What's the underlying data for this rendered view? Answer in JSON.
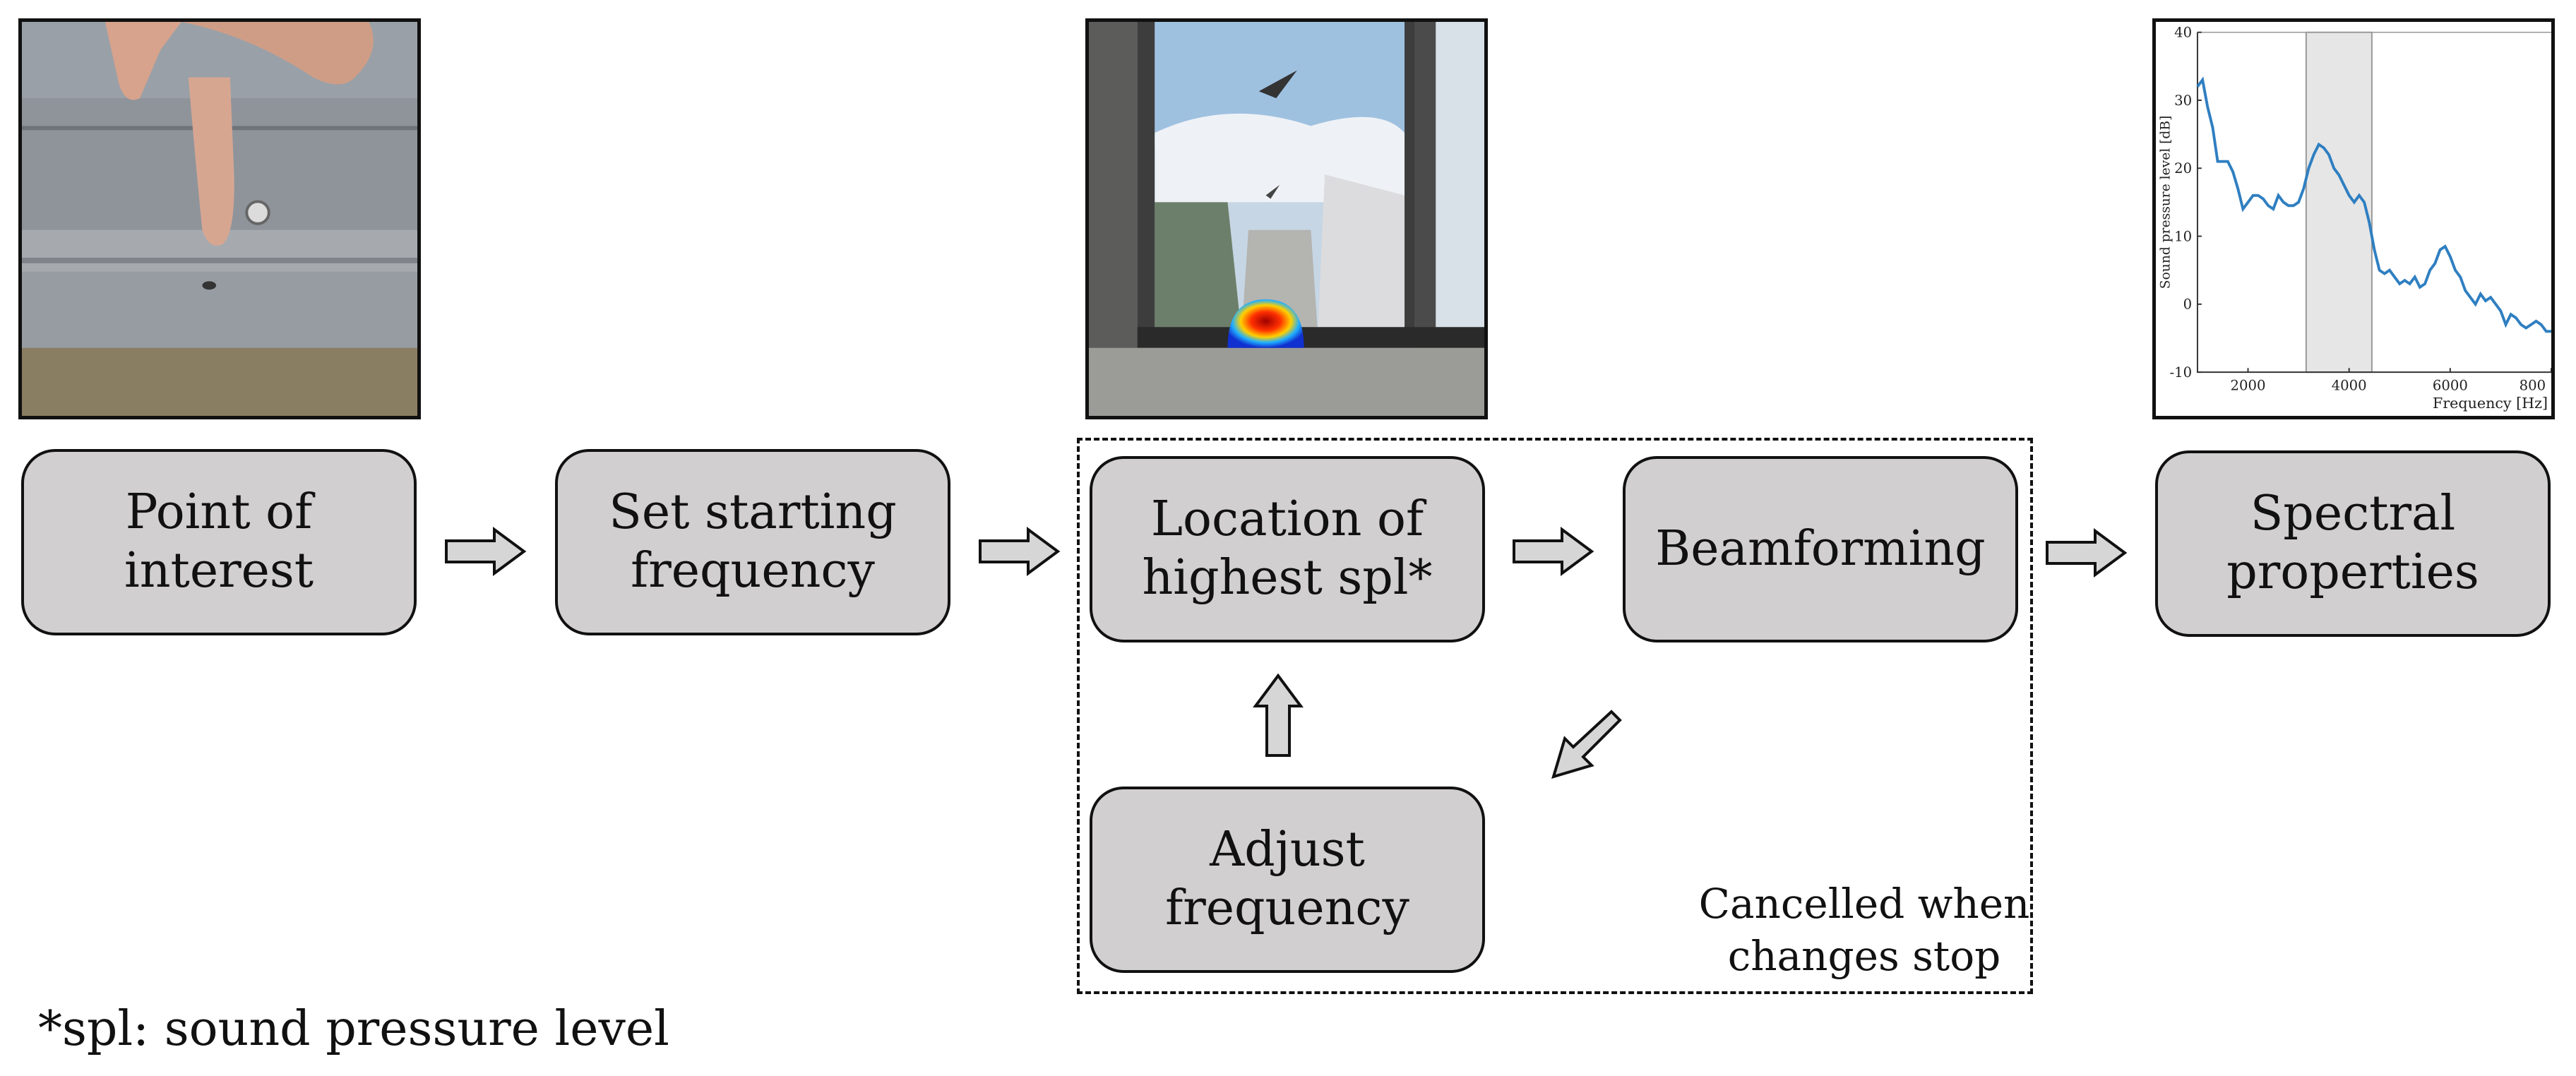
{
  "boxes": {
    "point_of_interest": "Point of\ninterest",
    "set_starting_frequency": "Set starting\nfrequency",
    "location_highest_spl": "Location of\nhighest spl*",
    "beamforming": "Beamforming",
    "adjust_frequency": "Adjust\nfrequency",
    "spectral_properties": "Spectral\nproperties"
  },
  "loop_note": "Cancelled when\nchanges stop",
  "footnote": "*spl: sound pressure level",
  "colors": {
    "box_fill": "#d1cfd0",
    "arrow_fill": "#d6d6d6",
    "curve": "#2f7fc1",
    "band": "#e6e6e6"
  },
  "chart_data": {
    "type": "line",
    "xlabel": "Frequency [Hz]",
    "ylabel": "Sound pressure level [dB]",
    "xlim": [
      1000,
      8000
    ],
    "ylim": [
      -10,
      40
    ],
    "xticks": [
      "2000",
      "4000",
      "6000",
      "800"
    ],
    "yticks": [
      "40",
      "30",
      "20",
      "10",
      "0",
      "-10"
    ],
    "highlight_band": [
      3150,
      4450
    ],
    "series": [
      {
        "x": [
          1000,
          1100,
          1200,
          1300,
          1400,
          1500,
          1600,
          1700,
          1800,
          1900,
          2000,
          2100,
          2200,
          2300,
          2400,
          2500,
          2600,
          2700,
          2800,
          2900,
          3000,
          3100,
          3200,
          3300,
          3400,
          3500,
          3600,
          3700,
          3800,
          3900,
          4000,
          4100,
          4200,
          4300,
          4400,
          4500,
          4600,
          4700,
          4800,
          4900,
          5000,
          5100,
          5200,
          5300,
          5400,
          5500,
          5600,
          5700,
          5800,
          5900,
          6000,
          6100,
          6200,
          6300,
          6400,
          6500,
          6600,
          6700,
          6800,
          6900,
          7000,
          7100,
          7200,
          7300,
          7400,
          7500,
          7600,
          7700,
          7800,
          7900,
          8000
        ],
        "y": [
          32,
          33,
          29,
          26,
          21,
          21,
          21,
          19.5,
          17,
          14,
          15,
          16,
          16,
          15.5,
          14.5,
          14,
          16,
          15,
          14.5,
          14.5,
          15,
          17,
          20,
          22,
          23.5,
          23,
          22,
          20,
          19,
          17.5,
          16,
          15,
          16,
          15,
          12,
          8,
          5,
          4.5,
          5,
          4,
          3,
          3.5,
          3,
          4,
          2.5,
          3,
          5,
          6,
          8,
          8.5,
          7,
          5,
          4,
          2,
          1,
          0,
          1.5,
          0.5,
          1,
          0,
          -1,
          -3,
          -1.5,
          -2,
          -3,
          -3.5,
          -3,
          -2.5,
          -3,
          -4,
          -4
        ]
      }
    ]
  }
}
